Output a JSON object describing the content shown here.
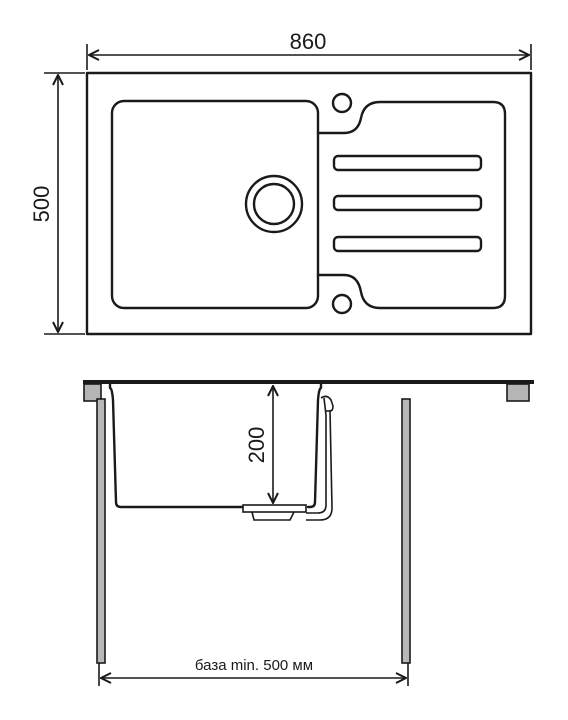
{
  "dimensions": {
    "width_label": "860",
    "depth_label": "500",
    "bowl_depth_label": "200",
    "cabinet_base_label": "база min. 500 мм"
  }
}
